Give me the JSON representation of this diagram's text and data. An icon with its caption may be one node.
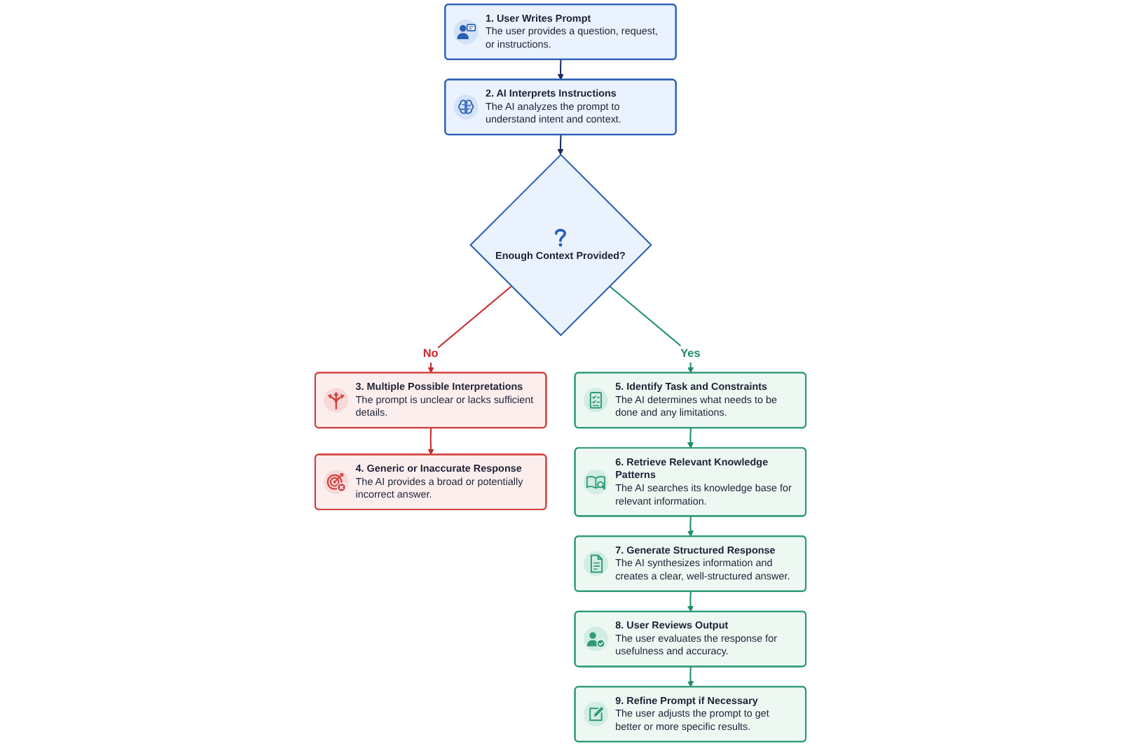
{
  "diagram": {
    "nodes": [
      {
        "text": [
          "1. User Writes Prompt",
          "The user provides a question, request, or instructions."
        ]
      },
      {
        "text": [
          "2. AI Interprets Instructions",
          "The AI analyzes the prompt to understand intent and context."
        ]
      },
      {
        "text": [
          "Enough Context Provided?"
        ]
      },
      {
        "text": [
          "3. Multiple Possible Interpretations",
          "The prompt is unclear or lacks sufficient details."
        ]
      },
      {
        "text": [
          "4. Generic or Inaccurate Response",
          "The AI provides a broad or potentially incorrect answer."
        ]
      },
      {
        "text": [
          "5. Identify Task and Constraints",
          "The AI determines what needs to be done and any limitations."
        ]
      },
      {
        "text": [
          "6. Retrieve Relevant Knowledge Patterns",
          "The AI searches its knowledge base for relevant information."
        ]
      },
      {
        "text": [
          "7. Generate Structured Response",
          "The AI synthesizes information and creates a clear, well-structured answer."
        ]
      },
      {
        "text": [
          "8. User Reviews Output",
          "The user evaluates the response for usefulness and accuracy."
        ]
      },
      {
        "text": [
          "9. Refine Prompt if Necessary",
          "The user adjusts the prompt to get better or more specific results."
        ]
      }
    ],
    "edges": [
      {
        "from": 0,
        "to": 1,
        "arrow": "to",
        "color": "#1b2a5c"
      },
      {
        "from": 1,
        "to": 2,
        "arrow": "to",
        "color": "#1b2a5c"
      },
      {
        "from": 2,
        "to": 3,
        "arrow": "to",
        "label": "No",
        "color": "#c8282d"
      },
      {
        "from": 3,
        "to": 4,
        "arrow": "to",
        "color": "#c8282d"
      },
      {
        "from": 2,
        "to": 5,
        "arrow": "to",
        "label": "Yes"
      },
      {
        "from": 5,
        "to": 6,
        "arrow": "to"
      },
      {
        "from": 6,
        "to": 7,
        "arrow": "to"
      },
      {
        "from": 7,
        "to": 8,
        "arrow": "to"
      },
      {
        "from": 8,
        "to": 9,
        "arrow": "to"
      }
    ]
  }
}
